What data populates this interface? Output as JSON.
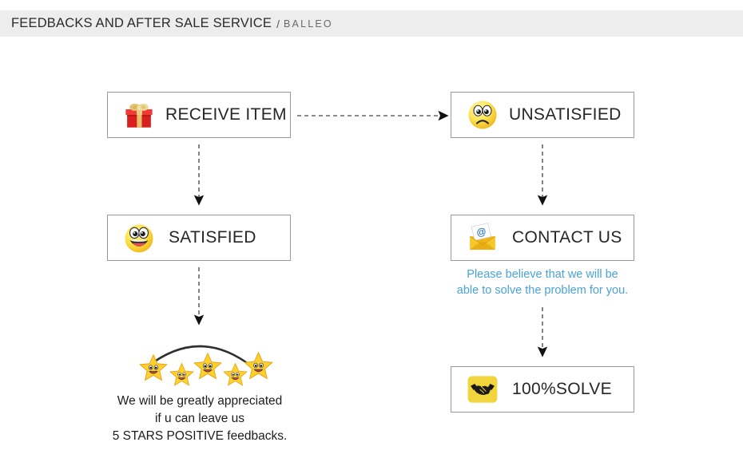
{
  "header": {
    "title": "FEEDBACKS AND AFTER SALE SERVICE",
    "separator": "/",
    "brand": "BALLEO"
  },
  "flow": {
    "boxes": [
      {
        "id": "receive",
        "label": "RECEIVE ITEM",
        "icon": "gift-box-icon"
      },
      {
        "id": "satisfied",
        "label": "SATISFIED",
        "icon": "happy-face-icon"
      },
      {
        "id": "unsatisfied",
        "label": "UNSATISFIED",
        "icon": "sad-face-icon"
      },
      {
        "id": "contact",
        "label": "CONTACT US",
        "icon": "email-envelope-icon"
      },
      {
        "id": "solve",
        "label": "100%SOLVE",
        "icon": "handshake-icon"
      }
    ]
  },
  "captions": {
    "blue_note": {
      "line1": "Please believe that we will be",
      "line2": "able to solve the problem for you."
    },
    "feedback_note": {
      "line1": "We will be greatly appreciated",
      "line2": "if u can leave us",
      "line3": "5 STARS POSITIVE feedbacks."
    }
  },
  "stars": {
    "count": 5,
    "icon": "smiling-star-icon"
  },
  "colors": {
    "header_bg": "#ededed",
    "box_border": "#9a9a9a",
    "blue_text": "#4aa3d8",
    "star_yellow": "#ffd33a",
    "solve_tile": "#f2d43c",
    "arrow": "#555555"
  }
}
